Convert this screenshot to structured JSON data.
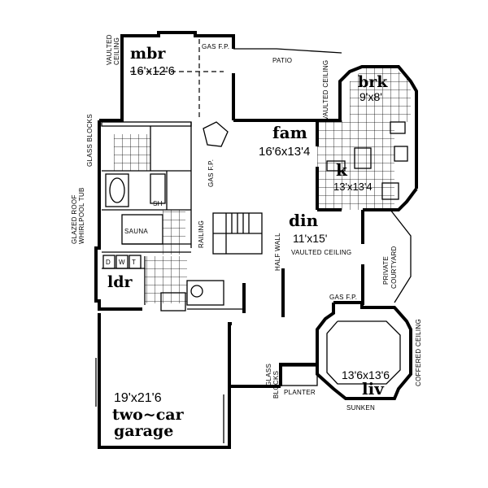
{
  "rooms": {
    "mbr": {
      "name": "mbr",
      "dims": "16'x12'6"
    },
    "brk": {
      "name": "brk",
      "dims": "9'x8'"
    },
    "fam": {
      "name": "fam",
      "dims": "16'6x13'4"
    },
    "k": {
      "name": "k",
      "dims": "13'x13'4"
    },
    "din": {
      "name": "din",
      "dims": "11'x15'"
    },
    "ldr": {
      "name": "ldr"
    },
    "garage": {
      "dims": "19'x21'6",
      "name": "two-car garage",
      "line1": "two~car",
      "line2": "garage"
    },
    "liv": {
      "name": "liv",
      "dims": "13'6x13'6"
    }
  },
  "notes": {
    "patio": "PATIO",
    "gas_fp_mbr": "GAS F.P.",
    "vaulted_ceiling_mbr_1": "VAULTED",
    "vaulted_ceiling_mbr_2": "CEILING",
    "vaulted_ceiling_brk": "VAULTED CEILING",
    "glass_blocks_bath": "GLASS BLOCKS",
    "glazed_roof": "GLAZED ROOF",
    "whirlpool_tub": "WHIRLPOOL TUB",
    "sh": "SH",
    "sauna": "SAUNA",
    "gas_fp_fam": "GAS F.P.",
    "railing": "RAILING",
    "half_wall": "HALF WALL",
    "vaulted_ceiling_din": "VAULTED CEILING",
    "private_courtyard_1": "PRIVATE",
    "private_courtyard_2": "COURTYARD",
    "gas_fp_liv": "GAS F.P.",
    "coffered_ceiling": "COFFERED CEILING",
    "glass_blocks_entry_1": "GLASS",
    "glass_blocks_entry_2": "BLOCKS",
    "planter": "PLANTER",
    "sunken": "SUNKEN",
    "laundry_d": "D",
    "laundry_w": "W",
    "laundry_t": "T"
  }
}
